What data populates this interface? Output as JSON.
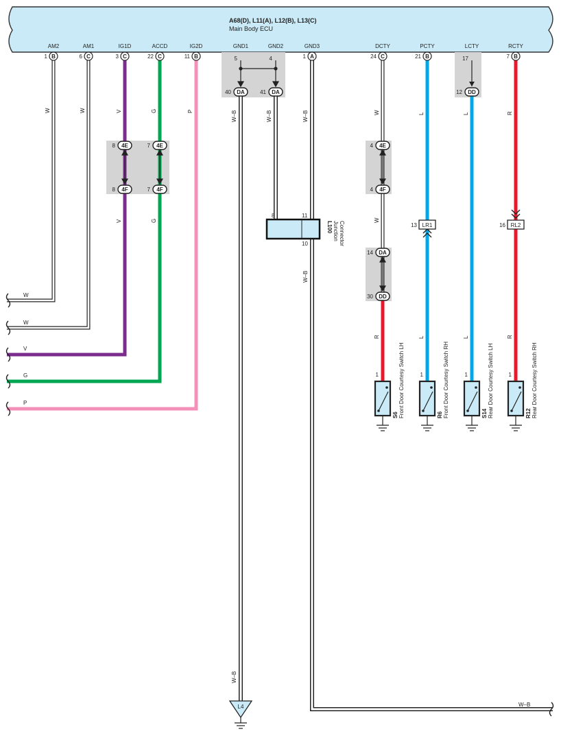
{
  "ecu": {
    "connectors": "A68(D), L11(A), L12(B), L13(C)",
    "name": "Main Body ECU",
    "pins": [
      {
        "signal": "AM2",
        "pin": "1",
        "conn": "B"
      },
      {
        "signal": "AM1",
        "pin": "6",
        "conn": "C"
      },
      {
        "signal": "IG1D",
        "pin": "3",
        "conn": "C"
      },
      {
        "signal": "ACCD",
        "pin": "22",
        "conn": "C"
      },
      {
        "signal": "IG2D",
        "pin": "11",
        "conn": "B"
      },
      {
        "signal": "GND1",
        "pin": "5",
        "conn": ""
      },
      {
        "signal": "GND2",
        "pin": "4",
        "conn": ""
      },
      {
        "signal": "GND3",
        "pin": "1",
        "conn": "A"
      },
      {
        "signal": "DCTY",
        "pin": "24",
        "conn": "C"
      },
      {
        "signal": "PCTY",
        "pin": "21",
        "conn": "B"
      },
      {
        "signal": "LCTY",
        "pin": "17",
        "conn": ""
      },
      {
        "signal": "RCTY",
        "pin": "7",
        "conn": "B"
      }
    ]
  },
  "wire_colors": {
    "W": "#ffffff",
    "V": "#7b2d8e",
    "G": "#00a651",
    "P": "#f48fb8",
    "L": "#00a8e8",
    "R": "#e8192c",
    "WB": "#ffffff"
  },
  "wire_labels": {
    "am2": "W",
    "am1": "W",
    "ig1d_top": "V",
    "accd_top": "G",
    "ig2d": "P",
    "ig1d_mid": "V",
    "accd_mid": "G",
    "gnd1": "W–B",
    "gnd2": "W–B",
    "gnd3": "W–B",
    "gnd3_low": "W–B",
    "dcty_top": "W",
    "dcty_mid": "W",
    "dcty_low": "R",
    "pcty_top": "L",
    "pcty_low": "L",
    "lcty_top": "L",
    "lcty_low": "L",
    "rcty_top": "R",
    "rcty_low": "R",
    "l4_wire": "W–B",
    "bottom_right": "W–B"
  },
  "left_exits": [
    "W",
    "W",
    "V",
    "G",
    "P"
  ],
  "inline_connectors": {
    "c4e_ig1d": {
      "pin": "8",
      "conn": "4E"
    },
    "c4e_accd": {
      "pin": "7",
      "conn": "4E"
    },
    "c4f_ig1d": {
      "pin": "8",
      "conn": "4F"
    },
    "c4f_accd": {
      "pin": "7",
      "conn": "4F"
    },
    "da_gnd1": {
      "pin": "40",
      "conn": "DA"
    },
    "da_gnd2": {
      "pin": "41",
      "conn": "DA"
    },
    "dd_lcty": {
      "pin": "12",
      "conn": "DD"
    },
    "e4_dcty": {
      "pin": "4",
      "conn": "4E"
    },
    "f4_dcty": {
      "pin": "4",
      "conn": "4F"
    },
    "da_dcty": {
      "pin": "14",
      "conn": "DA"
    },
    "dd_dcty": {
      "pin": "30",
      "conn": "DD"
    },
    "lr1": {
      "pin": "13",
      "conn": "LR1"
    },
    "rl2": {
      "pin": "16",
      "conn": "RL2"
    }
  },
  "junction": {
    "id": "L100",
    "name_line1": "Junction",
    "name_line2": "Connector",
    "pin_a": "8",
    "pin_b": "11",
    "pin_c": "10"
  },
  "ground_point": "L4",
  "switches": [
    {
      "id": "S6",
      "name": "Front Door Courtesy Switch LH",
      "pin": "1"
    },
    {
      "id": "R6",
      "name": "Front Door Courtesy Switch RH",
      "pin": "1"
    },
    {
      "id": "S14",
      "name": "Rear Door Courtesy Switch LH",
      "pin": "1"
    },
    {
      "id": "R12",
      "name": "Rear Door Courtesy Switch RH",
      "pin": "1"
    }
  ]
}
